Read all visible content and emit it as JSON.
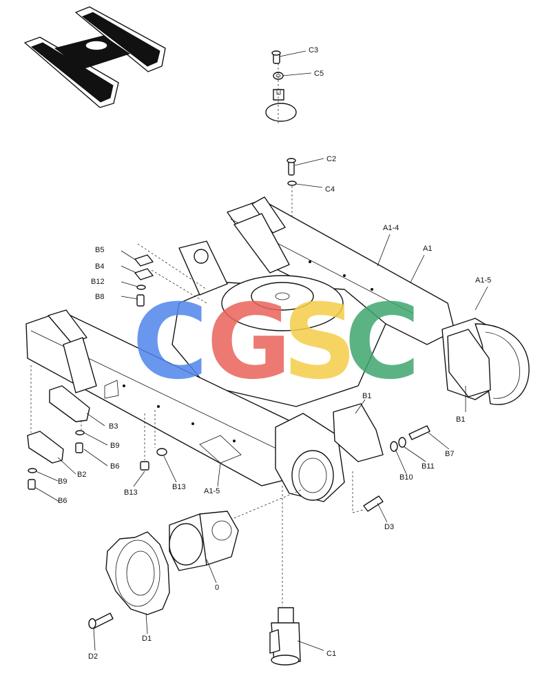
{
  "callouts": {
    "C3": "C3",
    "C5": "C5",
    "C2": "C2",
    "C4": "C4",
    "A1_4": "A1-4",
    "A1": "A1",
    "A1_5_right": "A1-5",
    "B5": "B5",
    "B4": "B4",
    "B12": "B12",
    "B8": "B8",
    "B1_top": "B1",
    "B1_right": "B1",
    "B3": "B3",
    "B9_upper": "B9",
    "B6_upper": "B6",
    "B2": "B2",
    "B9_lower": "B9",
    "B6_lower": "B6",
    "B13_left": "B13",
    "B13_right": "B13",
    "A1_5_bottom": "A1-5",
    "B7": "B7",
    "B11": "B11",
    "B10": "B10",
    "D3": "D3",
    "zero": "0",
    "D1": "D1",
    "D2": "D2",
    "C1": "C1"
  },
  "watermark": {
    "letters": [
      "C",
      "G",
      "S",
      "C"
    ],
    "colors": [
      "#4f86ec",
      "#e9635a",
      "#f5cd48",
      "#3fa66e"
    ]
  }
}
